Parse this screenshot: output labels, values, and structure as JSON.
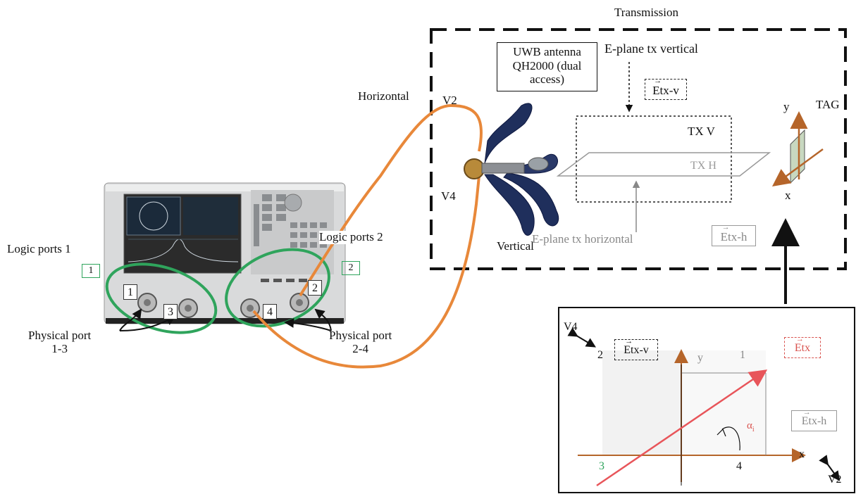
{
  "colors": {
    "cable": "#e8883a",
    "ellipse": "#2fa45c",
    "accent_red": "#d9534f",
    "axis_orange": "#b5652a",
    "muted": "#7a7a7a"
  },
  "transmission": {
    "title": "Transmission",
    "antenna_box": [
      "UWB antenna",
      "QH2000 (dual",
      "access)"
    ],
    "eplane_vertical": "E-plane tx vertical",
    "etx_v": "Etx-v",
    "horizontal": "Horizontal",
    "v2": "V2",
    "v4": "V4",
    "vertical": "Vertical",
    "tx_v": "TX V",
    "tx_h": "TX H",
    "eplane_horizontal": "E-plane tx horizontal",
    "etx_h": "Etx-h",
    "tag": "TAG",
    "axis_y": "y",
    "axis_x": "x"
  },
  "analyzer": {
    "logic_ports_1": "Logic ports 1",
    "logic_ports_2": "Logic ports 2",
    "logic_badge_1": "1",
    "logic_badge_2": "2",
    "port_1": "1",
    "port_2": "2",
    "port_3": "3",
    "port_4": "4",
    "physical_port_13": [
      "Physical port",
      "1-3"
    ],
    "physical_port_24": [
      "Physical port",
      "2-4"
    ]
  },
  "inset": {
    "v4": "V4",
    "num_2": "2",
    "etx_v": "Etx-v",
    "y": "y",
    "num_1": "1",
    "etx": "Etx",
    "alpha": "α",
    "alpha_sub": "i",
    "etx_h": "Etx-h",
    "num_3": "3",
    "num_4": "4",
    "x": "x",
    "v2": "V2"
  },
  "icons": [
    "network-analyzer-icon",
    "uwb-antenna-icon",
    "tag-icon"
  ]
}
